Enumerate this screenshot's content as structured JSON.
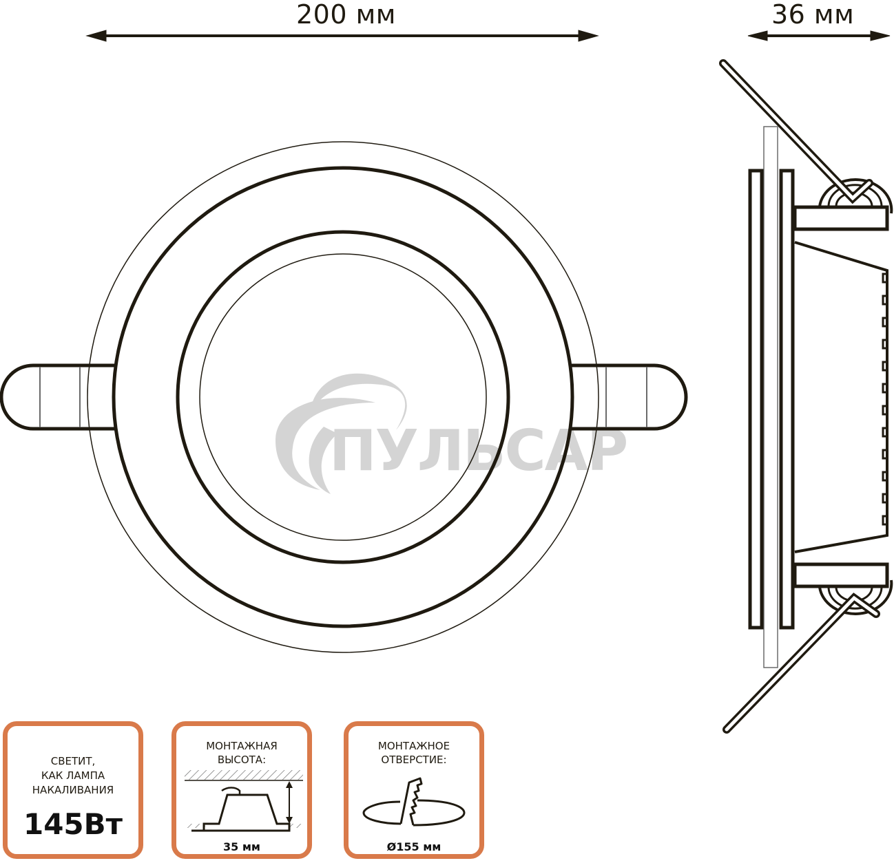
{
  "dimensions": {
    "width_label": "200 мм",
    "depth_label": "36 мм"
  },
  "watermark": {
    "brand": "ПУЛЬСАР",
    "color": "#d4d4d4"
  },
  "badges": [
    {
      "lines": [
        "СВЕТИТ,",
        "КАК ЛАМПА",
        "НАКАЛИВАНИЯ"
      ],
      "value": "145Вт",
      "icon": "bulb-equivalent"
    },
    {
      "lines": [
        "МОНТАЖНАЯ",
        "ВЫСОТА:"
      ],
      "value": "35 мм",
      "icon": "mounting-height-icon"
    },
    {
      "lines": [
        "МОНТАЖНОЕ",
        "ОТВЕРСТИЕ:"
      ],
      "value": "Ø155 мм",
      "icon": "cutout-hole-icon"
    }
  ],
  "colors": {
    "line": "#1f1a10",
    "accent_border": "#d97a4a",
    "watermark": "#d4d4d4"
  }
}
